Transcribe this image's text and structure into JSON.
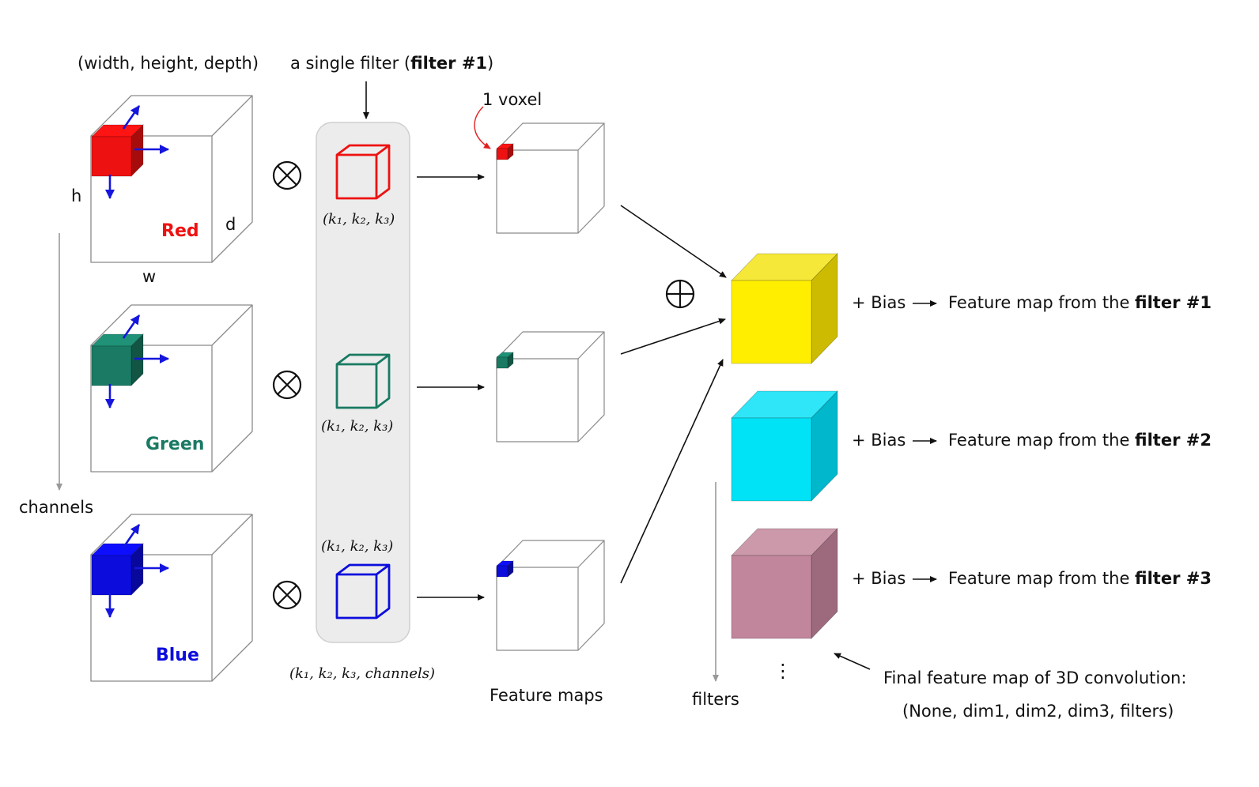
{
  "labels": {
    "dims": "(width, height, depth)",
    "single_filter_prefix": "a single filter (",
    "single_filter_bold": "filter #1",
    "single_filter_suffix": ")",
    "voxel": "1 voxel",
    "h": "h",
    "d": "d",
    "w": "w",
    "channels": "channels",
    "kernel": "(k₁, k₂, k₃)",
    "kernel_full": "(k₁, k₂, k₃, channels)",
    "feature_maps": "Feature maps",
    "filters_axis": "filters",
    "final_line1": "Final feature map of 3D convolution:",
    "final_line2": "(None, dim1, dim2, dim3, filters)",
    "ellipsis": "⋮"
  },
  "channels": [
    {
      "name": "Red",
      "color": "#ee1111"
    },
    {
      "name": "Green",
      "color": "#1a7a63"
    },
    {
      "name": "Blue",
      "color": "#0c0cdd"
    }
  ],
  "outputs": [
    {
      "bias": "+ Bias",
      "text": "Feature map from the ",
      "bold": "filter #1",
      "front": "#ffee00",
      "top": "#f5e838",
      "side": "#ccbb00"
    },
    {
      "bias": "+ Bias",
      "text": "Feature map from the ",
      "bold": "filter #2",
      "front": "#00e2f5",
      "top": "#2ee6f8",
      "side": "#00b7cc"
    },
    {
      "bias": "+ Bias",
      "text": "Feature map from the ",
      "bold": "filter #3",
      "front": "#c1869c",
      "top": "#cc99ab",
      "side": "#9c6a7c"
    }
  ],
  "operators": {
    "conv": "⊗",
    "sum": "⊕"
  }
}
